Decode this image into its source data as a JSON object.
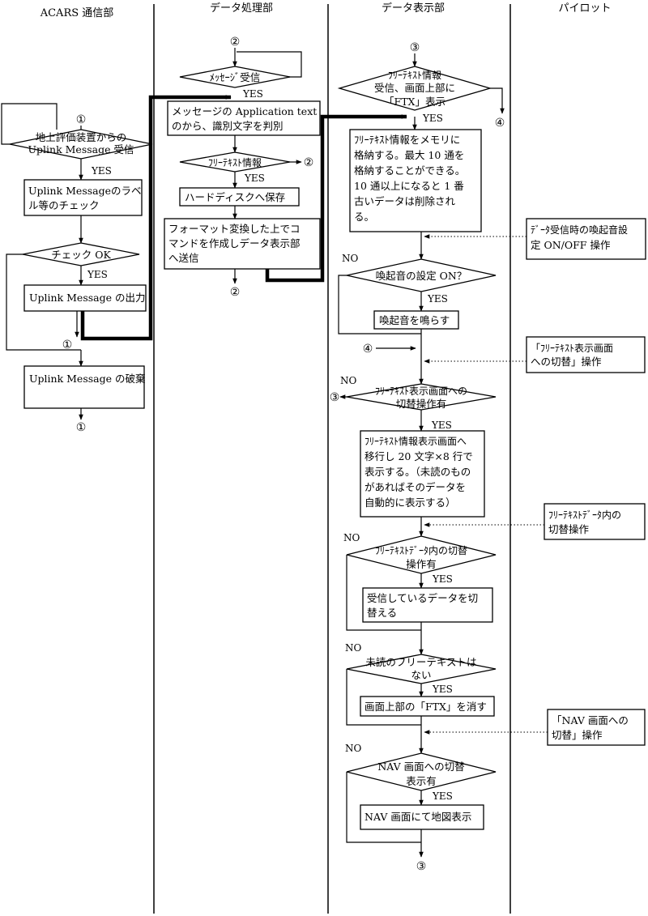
{
  "lanes": {
    "acars": "ACARS 通信部",
    "processing": "データ処理部",
    "display": "データ表示部",
    "pilot": "パイロット"
  },
  "connectors": {
    "c1": "①",
    "c2": "②",
    "c3": "③",
    "c4": "④"
  },
  "labels": {
    "yes": "YES",
    "no": "NO"
  },
  "acars": {
    "receive": [
      "地上評価装置からの",
      "Uplink Message 受信"
    ],
    "label_check": [
      "Uplink Messageのラベ",
      "ル等のチェック"
    ],
    "check_ok": "チェック OK",
    "output": "Uplink Message の出力",
    "discard": "Uplink Message の破棄"
  },
  "processing": {
    "msg_receive": "ﾒｯｾｰｼﾞ受信",
    "identify": [
      "メッセージの Application text",
      "のから、識別文字を判別"
    ],
    "free_text_q": "ﾌﾘｰﾃｷｽﾄ情報",
    "save_disk": "ハードディスクへ保存",
    "format": [
      "フォーマット変換した上でコ",
      "マンドを作成しデータ表示部",
      "へ送信"
    ]
  },
  "display": {
    "ftx_receive": [
      "ﾌﾘｰﾃｷｽﾄ情報",
      "受信、画面上部に",
      "「FTX」表示"
    ],
    "store": [
      "ﾌﾘｰﾃｷｽﾄ情報をメモリに",
      "格納する。最大 10 通を",
      "格納することができる。",
      "10 通以上になると 1 番",
      "古いデータは削除され",
      "る。"
    ],
    "chime_q": "喚起音の設定 ON？",
    "chime": "喚起音を鳴らす",
    "switch_q": [
      "ﾌﾘｰﾃｷｽﾄ表示画面への",
      "切替操作有"
    ],
    "show_screen": [
      "ﾌﾘｰﾃｷｽﾄ情報表示画面へ",
      "移行し 20 文字×8 行で",
      "表示する。（未読のもの",
      "があればそのデータを",
      "自動的に表示する）"
    ],
    "data_switch_q": [
      "ﾌﾘｰﾃｷｽﾄﾃﾞｰﾀ内の切替",
      "操作有"
    ],
    "switch_data": [
      "受信しているデータを切",
      "替える"
    ],
    "unread_q": [
      "未読のフリーテキストは",
      "ない"
    ],
    "clear_ftx": "画面上部の「FTX」を消す",
    "nav_q": [
      "NAV 画面への切替",
      "表示有"
    ],
    "nav_show": "NAV 画面にて地図表示"
  },
  "pilot": {
    "chime_setting": [
      "ﾃﾞｰﾀ受信時の喚起音設",
      "定 ON/OFF 操作"
    ],
    "switch_free": [
      "「ﾌﾘｰﾃｷｽﾄ表示画面",
      "への切替」操作"
    ],
    "data_switch": [
      "ﾌﾘｰﾃｷｽﾄﾃﾞｰﾀ内の",
      "切替操作"
    ],
    "nav_switch": [
      "「NAV 画面への",
      "切替」操作"
    ]
  }
}
